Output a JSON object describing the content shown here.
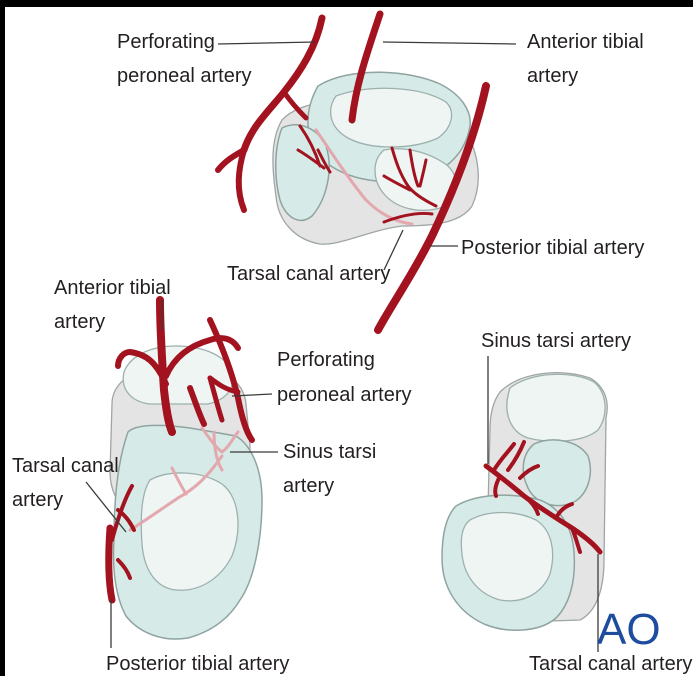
{
  "title_fragment": "artery",
  "figures": {
    "top": {
      "labels": {
        "perforating_peroneal_line1": "Perforating",
        "perforating_peroneal_line2": "peroneal artery",
        "anterior_tibial_line1": "Anterior tibial",
        "anterior_tibial_line2": "artery",
        "posterior_tibial": "Posterior tibial artery",
        "tarsal_canal": "Tarsal canal artery"
      }
    },
    "bottom_left": {
      "labels": {
        "anterior_tibial_line1": "Anterior tibial",
        "anterior_tibial_line2": "artery",
        "perforating_peroneal_line1": "Perforating",
        "perforating_peroneal_line2": "peroneal artery",
        "sinus_tarsi_line1": "Sinus tarsi",
        "sinus_tarsi_line2": "artery",
        "tarsal_canal_line1": "Tarsal canal",
        "tarsal_canal_line2": "artery",
        "posterior_tibial": "Posterior tibial artery"
      }
    },
    "bottom_right": {
      "labels": {
        "sinus_tarsi": "Sinus tarsi artery",
        "tarsal_canal": "Tarsal canal artery"
      }
    }
  },
  "logo_text": "AO",
  "colors": {
    "artery": "#a3121f",
    "bone": "#d6ebe8",
    "logo": "#1f4d9e",
    "frame": "#000000"
  }
}
